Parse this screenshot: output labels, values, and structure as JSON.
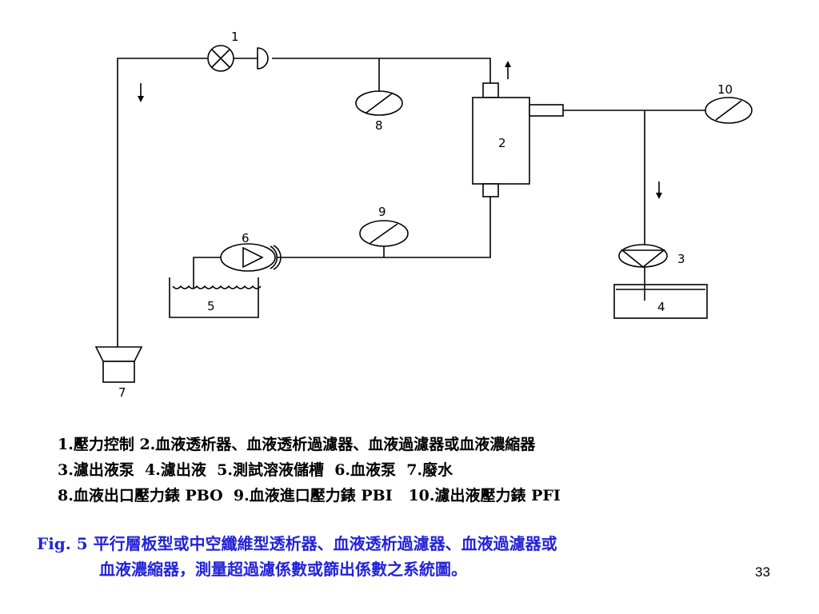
{
  "diagram": {
    "component_numbers": {
      "pressure_control": "1",
      "dialyzer": "2",
      "filtrate_pump": "3",
      "filtrate": "4",
      "test_solution_tank": "5",
      "blood_pump": "6",
      "waste_water": "7",
      "outlet_pressure_gauge": "8",
      "inlet_pressure_gauge": "9",
      "filtrate_pressure_gauge": "10"
    }
  },
  "legend": {
    "lines": [
      "1.壓力控制 2.血液透析器、血液透析過濾器、血液過濾器或血液濃縮器",
      "3.濾出液泵  4.濾出液  5.測試溶液儲槽  6.血液泵  7.廢水",
      "8.血液出口壓力錶 PBO  9.血液進口壓力錶 PBI   10.濾出液壓力錶 PFI"
    ]
  },
  "caption": {
    "line1": "Fig. 5 平行層板型或中空纖維型透析器、血液透析過濾器、血液過濾器或",
    "line2": "血液濃縮器，測量超過濾係數或篩出係數之系統圖。"
  },
  "page_number": "33"
}
